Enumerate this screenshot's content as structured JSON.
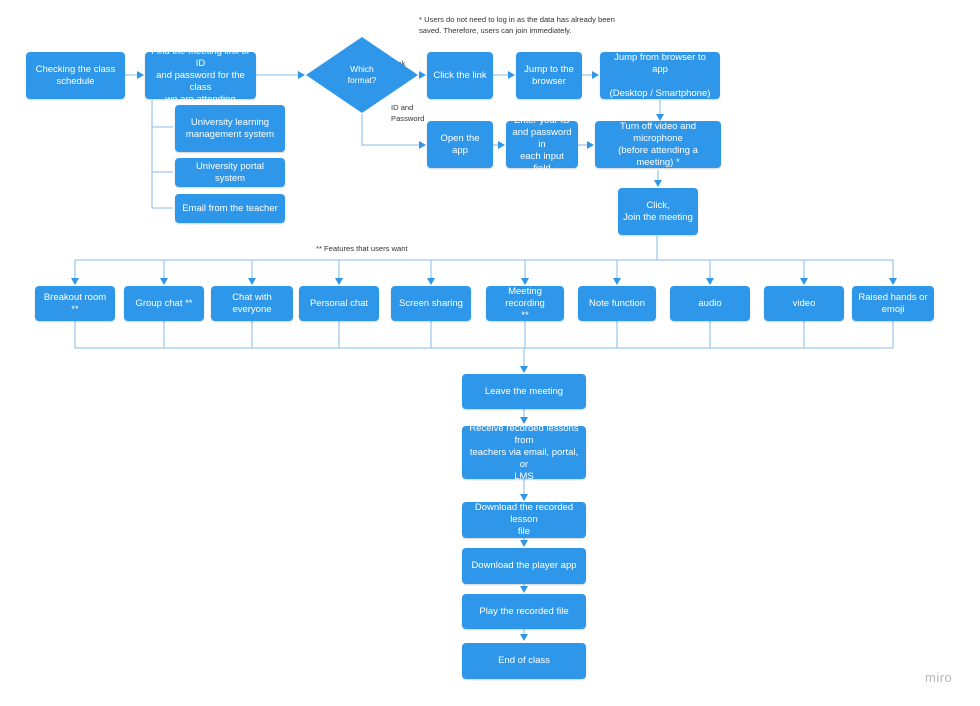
{
  "notes": {
    "login": "* Users do not need to log in as the data has already been\nsaved. Therefore, users can join immediately.",
    "features": "** Features that users want"
  },
  "edge_labels": {
    "link": "link",
    "id_password": "ID and\nPassword"
  },
  "decision": {
    "label": "Which\nformat?"
  },
  "nodes": {
    "check_schedule": "Checking the class\nschedule",
    "find_link": "Find the meeting link or ID\nand password for the class\nwe are attending",
    "lms": "University learning\nmanagement system",
    "portal": "University portal system",
    "email": "Email from the teacher",
    "click_link": "Click the link",
    "jump_browser": "Jump to the\nbrowser",
    "browser_to_app": "Jump from browser to app\n\n(Desktop / Smartphone)",
    "open_app": "Open the app",
    "enter_id": "Enter your ID\nand password in\neach input field",
    "turn_off": "Turn off video and microphone\n(before attending a meeting) *",
    "join": "Click,\nJoin the meeting",
    "leave": "Leave the meeting",
    "receive": "Receive recorded lessons from\nteachers via email, portal, or\nLMS",
    "download_file": "Download the recorded lesson\nfile",
    "download_player": "Download the player app",
    "play": "Play the recorded file",
    "end": "End of class"
  },
  "features": [
    "Breakout room **",
    "Group chat **",
    "Chat with everyone",
    "Personal chat",
    "Screen sharing",
    "Meeting recording\n**",
    "Note function",
    "audio",
    "video",
    "Raised hands or\nemoji"
  ],
  "watermark": "miro",
  "colors": {
    "node": "#2f97ea",
    "edge": "#9fc9ee",
    "arrow": "#2f97ea"
  }
}
